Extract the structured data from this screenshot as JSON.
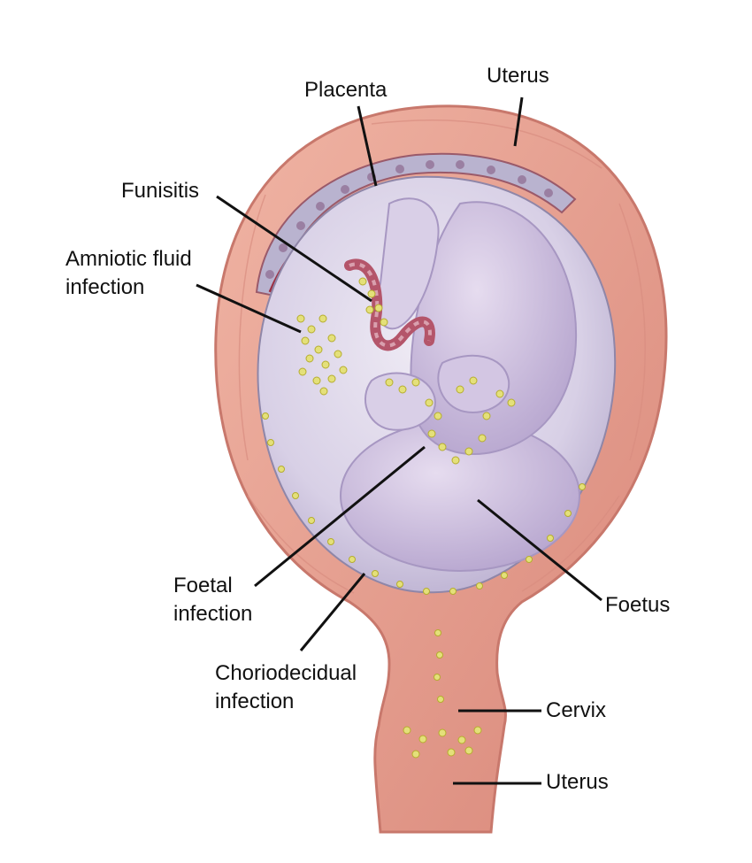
{
  "labels": {
    "placenta": "Placenta",
    "uterus_top": "Uterus",
    "funisitis": "Funisitis",
    "amniotic_line1": "Amniotic fluid",
    "amniotic_line2": "infection",
    "foetal_line1": "Foetal",
    "foetal_line2": "infection",
    "foetus": "Foetus",
    "chorio_line1": "Choriodecidual",
    "chorio_line2": "infection",
    "cervix": "Cervix",
    "uterus_bottom": "Uterus"
  },
  "colors": {
    "background": "#ffffff",
    "uterine_wall": "#e8a090",
    "uterine_wall_dark": "#c8786c",
    "amniotic_cavity": "#ddd6ea",
    "foetus": "#cbbcdc",
    "placenta": "#b9b3cf",
    "cord": "#b4556a",
    "bacteria": "#e4e07a",
    "leader_line": "#111111",
    "text": "#111111"
  }
}
